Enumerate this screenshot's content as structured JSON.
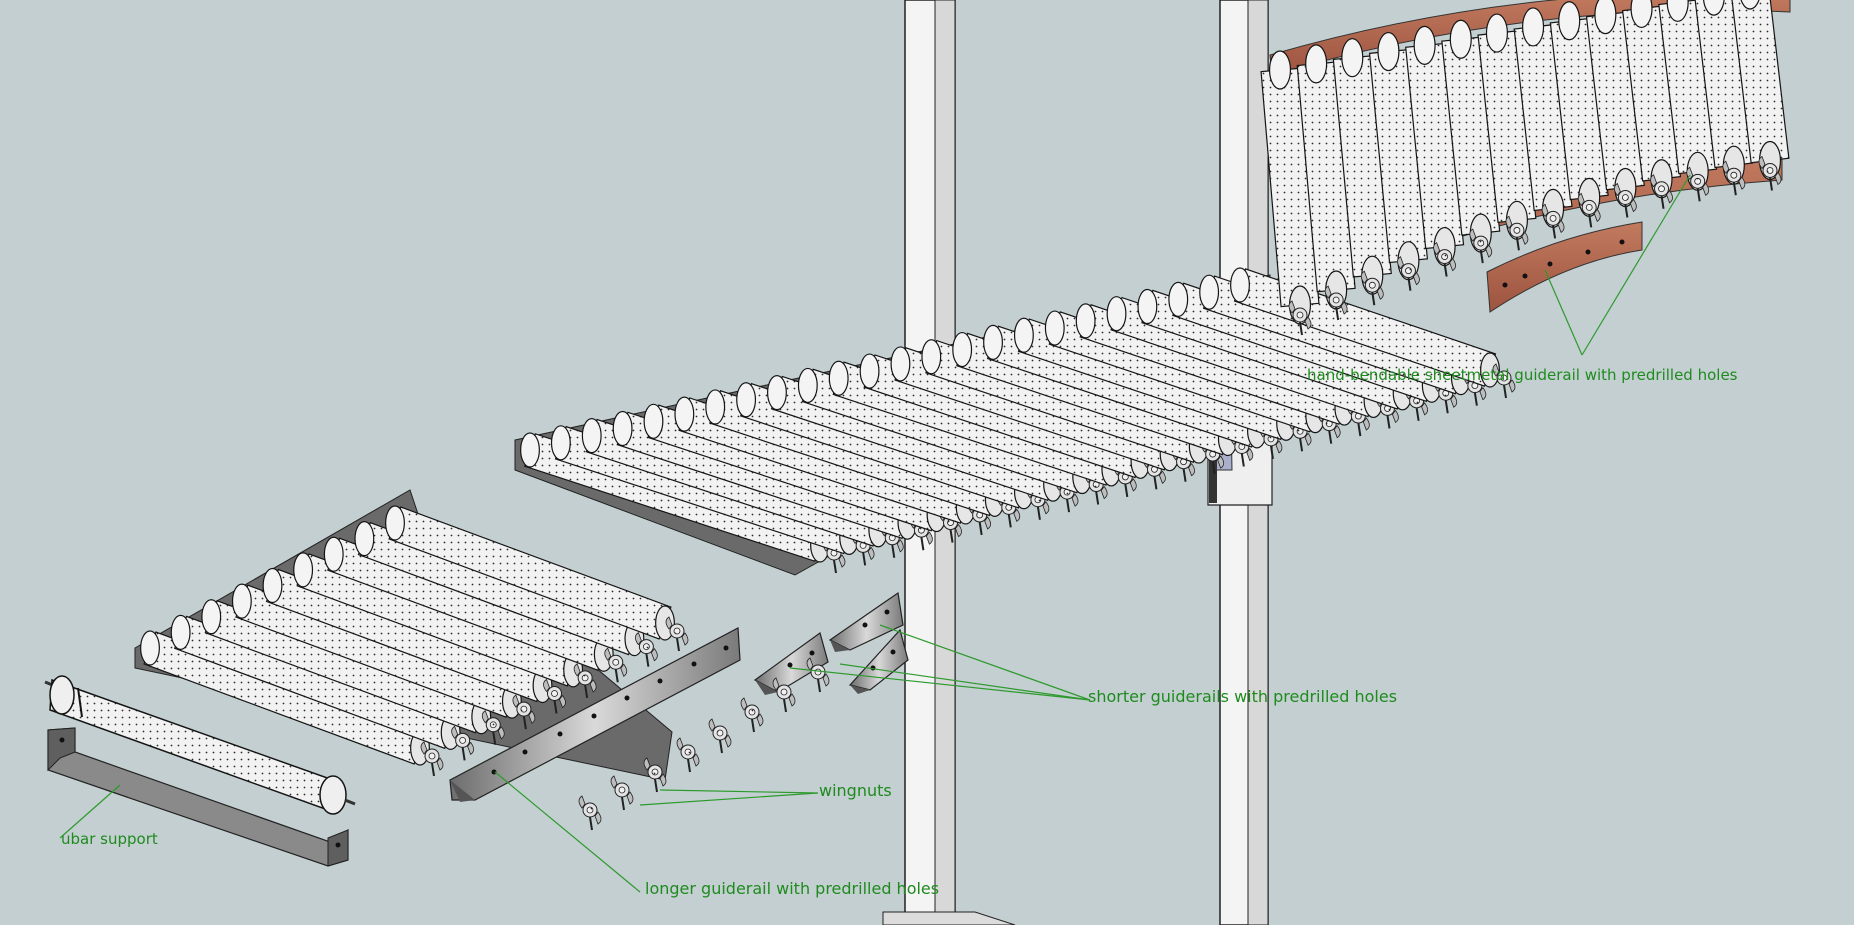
{
  "annotations": {
    "guiderail_sheetmetal": "hand-bendable sheetmetal guiderail with predrilled holes",
    "shorter_guiderails": "shorter guiderails with predrilled holes",
    "wingnuts": "wingnuts",
    "ubar_support": "ubar support",
    "longer_guiderail": "longer guiderail with predrilled holes"
  },
  "colors": {
    "background": "#c3cfd0",
    "annotation_text": "#1f8b1f",
    "leader_line": "#2e9a2e",
    "roller_fill": "#f1f1f1",
    "roller_outline": "#151515",
    "frame_metal": "#8c8c8c",
    "sheetmetal": "#b5694f",
    "post": "#ededed"
  }
}
